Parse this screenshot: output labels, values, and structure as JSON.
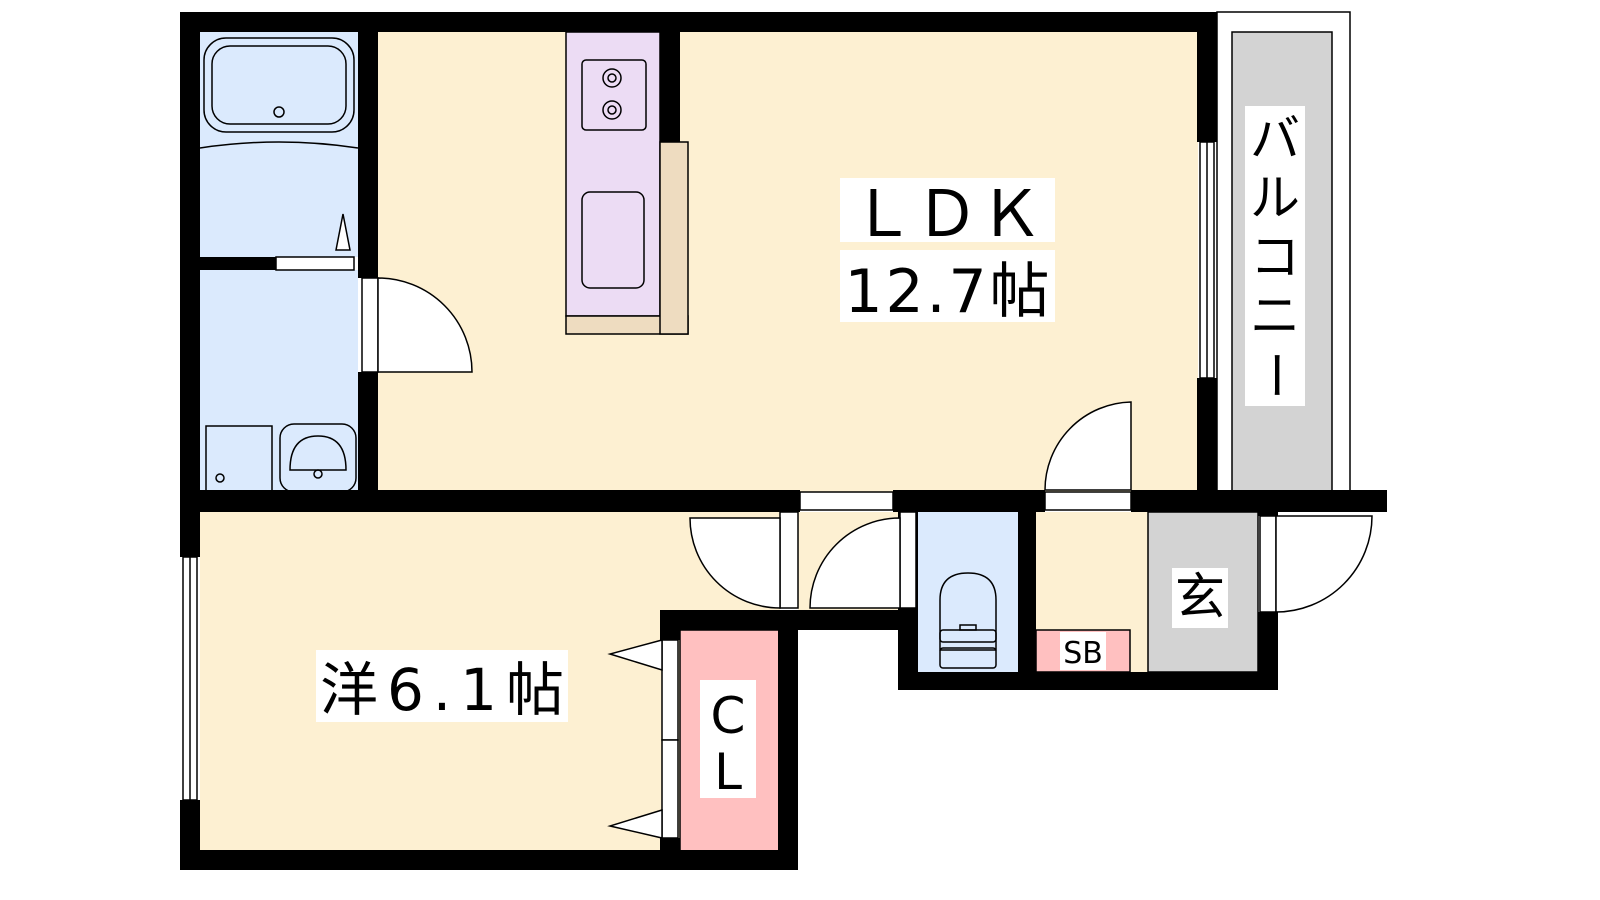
{
  "floor_plan": {
    "rooms": {
      "ldk": {
        "name": "ＬＤＫ",
        "size": "12.7帖"
      },
      "western_room": {
        "label": "洋6.1帖"
      },
      "closet": {
        "line1": "C",
        "line2": "L"
      },
      "shoe_box": {
        "label": "SB"
      },
      "entrance": {
        "label": "玄"
      },
      "balcony": {
        "chars": [
          "バ",
          "ル",
          "コ",
          "ニ",
          "ー"
        ]
      }
    },
    "colors": {
      "wall": "#000000",
      "living": "#fdf0d2",
      "wet_area": "#dbeafd",
      "kitchen": "#ecdcf4",
      "counter": "#eedcc0",
      "storage": "#ffc0c0",
      "entrance_floor": "#d3d3d3",
      "balcony": "#d3d3d3"
    }
  }
}
